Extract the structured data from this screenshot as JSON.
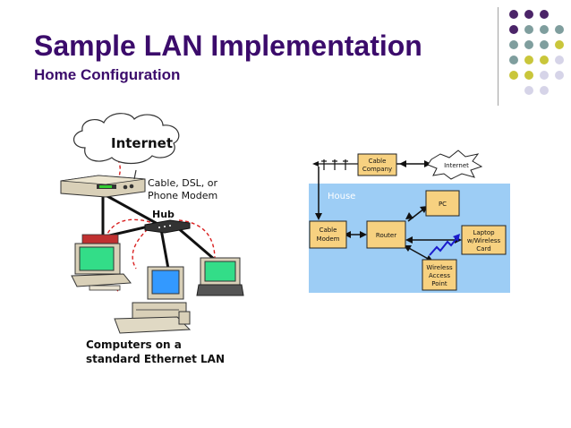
{
  "slide": {
    "title": "Sample LAN Implementation",
    "subtitle": "Home Configuration"
  },
  "left_diagram": {
    "internet": "Internet",
    "modem_line1": "Cable, DSL, or",
    "modem_line2": "Phone Modem",
    "hub": "Hub",
    "caption_line1": "Computers on a",
    "caption_line2": "standard Ethernet LAN"
  },
  "right_diagram": {
    "cable_company_line1": "Cable",
    "cable_company_line2": "Company",
    "internet": "Internet",
    "house": "House",
    "pc": "PC",
    "cable_modem_line1": "Cable",
    "cable_modem_line2": "Modem",
    "router": "Router",
    "laptop_line1": "Laptop",
    "laptop_line2": "w/Wireless",
    "laptop_line3": "Card",
    "wap_line1": "Wireless",
    "wap_line2": "Access",
    "wap_line3": "Point"
  },
  "colors": {
    "title": "#3b0b6b",
    "dot_purple": "#4b2468",
    "dot_teal": "#7f9e9e",
    "dot_lime": "#c9c63b",
    "dot_lavender": "#d6d4e8",
    "house_bg": "#9dcdf5",
    "box_fill": "#f7d180",
    "screen_green": "#33dd88",
    "screen_blue": "#3399ff"
  }
}
